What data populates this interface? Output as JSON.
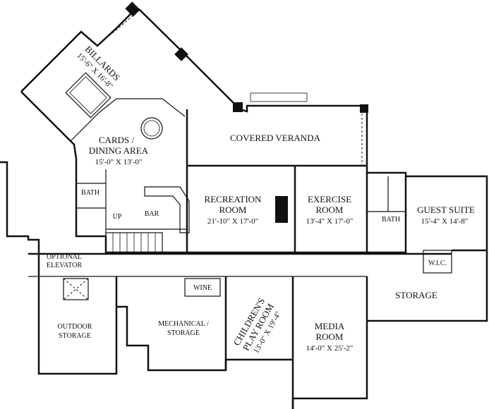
{
  "rooms": {
    "billiards": {
      "name": "BILLARDS",
      "dim": "15'-6\" X 16'-8\""
    },
    "cards": {
      "name1": "CARDS /",
      "name2": "DINING AREA",
      "dim": "15'-0\" X 13'-0\""
    },
    "veranda": {
      "name": "COVERED VERANDA"
    },
    "recreation": {
      "name1": "RECREATION",
      "name2": "ROOM",
      "dim": "21'-10\" X 17'-0\""
    },
    "exercise": {
      "name1": "EXERCISE",
      "name2": "ROOM",
      "dim": "13'-4\" X 17'-0\""
    },
    "guest": {
      "name": "GUEST SUITE",
      "dim": "15'-4\" X 14'-8\""
    },
    "bath_left": {
      "name": "BATH"
    },
    "bath_right": {
      "name": "BATH"
    },
    "bar": {
      "name": "BAR"
    },
    "up": {
      "name": "UP"
    },
    "elevator": {
      "name1": "OPTIONAL",
      "name2": "ELEVATOR"
    },
    "wic": {
      "name": "W.I.C."
    },
    "wine": {
      "name": "WINE"
    },
    "storage": {
      "name": "STORAGE"
    },
    "outdoor": {
      "name1": "OUTDOOR",
      "name2": "STORAGE"
    },
    "mechanical": {
      "name1": "MECHANICAL /",
      "name2": "STORAGE"
    },
    "children": {
      "name1": "CHILDREN'S",
      "name2": "PLAY ROOM",
      "dim": "13'-0\" X 19'-4\""
    },
    "media": {
      "name1": "MEDIA",
      "name2": "ROOM",
      "dim": "14'-0\" X 25'-2\""
    }
  }
}
